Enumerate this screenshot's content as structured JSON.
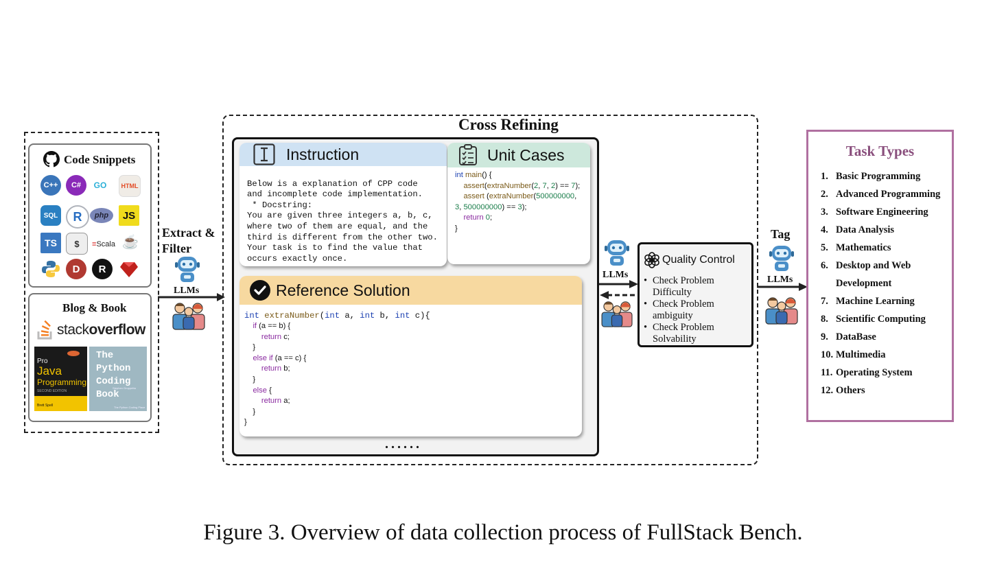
{
  "sources": {
    "code_snippets_title": "Code Snippets",
    "blog_book_title": "Blog & Book",
    "stackoverflow": {
      "prefix": "stack",
      "suffix": "overflow"
    },
    "java_book": {
      "pro": "Pro",
      "java": "Java",
      "programming": "Programming",
      "edition": "SECOND EDITION",
      "author": "Brett Spell"
    },
    "python_book": {
      "title": "The Python Coding Book",
      "subtitle": "Stephen Gruppetta",
      "footer": "The Python Coding Place"
    },
    "logos": [
      "C++",
      "C#",
      "GO",
      "HTML",
      "SQL",
      "R",
      "php",
      "JS",
      "TS",
      "Shell",
      "Scala",
      "Java",
      "Python",
      "D",
      "Rust",
      "Ruby"
    ]
  },
  "arrows": {
    "extract_filter": "Extract & Filter",
    "llms_left": "LLMs",
    "llms_mid": "LLMs",
    "tag": "Tag",
    "llms_right": "LLMs"
  },
  "cross_refining": {
    "title": "Cross Refining",
    "instruction": {
      "title": "Instruction",
      "lines": [
        "Below is a explanation of CPP code",
        "and incomplete code implementation.",
        " * Docstring:",
        "You are given three integers a, b, c,",
        "where two of them are equal, and the",
        "third is different from the other two.",
        "Your task is to find the value that",
        "occurs exactly once.",
        "......"
      ]
    },
    "unit_cases": {
      "title": "Unit Cases",
      "lines": [
        "int main() {",
        "    assert(extraNumber(2, 7, 2) == 7);",
        "    assert (extraNumber(500000000,",
        "3, 500000000) == 3);",
        "    return 0;",
        "}"
      ]
    },
    "reference_solution": {
      "title": "Reference Solution",
      "lines": [
        "int extraNumber(int a, int b, int c){",
        "    if (a == b) {",
        "        return c;",
        "    }",
        "    else if (a == c) {",
        "        return b;",
        "    }",
        "    else {",
        "        return a;",
        "    }",
        "}"
      ]
    },
    "ellipsis": "......"
  },
  "quality_control": {
    "title": "Quality Control",
    "items": [
      "Check Problem Difficulty",
      "Check Problem ambiguity",
      "Check Problem Solvability"
    ]
  },
  "task_types": {
    "title": "Task Types",
    "items": [
      {
        "num": "1.",
        "label": "Basic Programming"
      },
      {
        "num": "2.",
        "label": "Advanced Programming"
      },
      {
        "num": "3.",
        "label": "Software Engineering"
      },
      {
        "num": "4.",
        "label": "Data Analysis"
      },
      {
        "num": "5.",
        "label": "Mathematics"
      },
      {
        "num": "6.",
        "label": "Desktop and Web"
      },
      {
        "num": "",
        "label": "Development"
      },
      {
        "num": "7.",
        "label": "Machine Learning"
      },
      {
        "num": "8.",
        "label": "Scientific Computing"
      },
      {
        "num": "9.",
        "label": "DataBase"
      },
      {
        "num": "10.",
        "label": "Multimedia"
      },
      {
        "num": "11.",
        "label": "Operating System"
      },
      {
        "num": "12.",
        "label": "Others"
      }
    ]
  },
  "caption": "Figure 3. Overview of data collection process of FullStack Bench.",
  "colors": {
    "instruction_header": "#cfe2f3",
    "unit_header": "#cde8dc",
    "reference_header": "#f7d9a0",
    "task_border": "#b070a0",
    "task_title": "#8a4f7d"
  }
}
